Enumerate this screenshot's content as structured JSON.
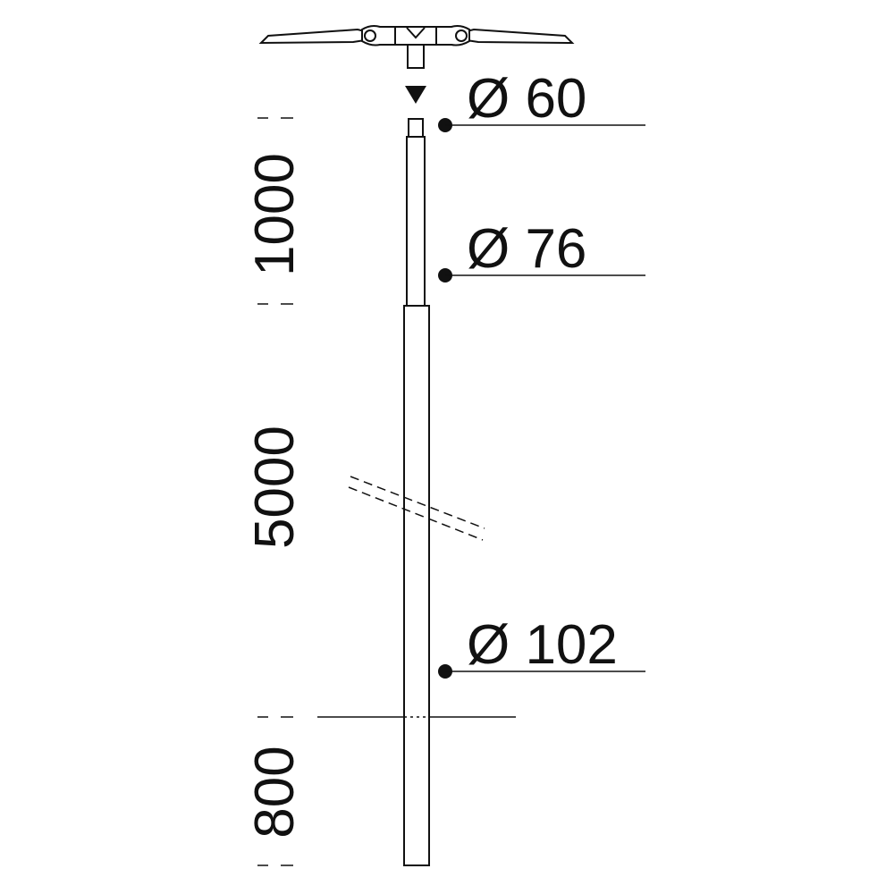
{
  "drawing": {
    "callouts": [
      {
        "id": "d60",
        "label": "Ø 60"
      },
      {
        "id": "d76",
        "label": "Ø 76"
      },
      {
        "id": "d102",
        "label": "Ø 102"
      }
    ],
    "dimensions": [
      {
        "id": "top-section",
        "label": "1000"
      },
      {
        "id": "middle-section",
        "label": "5000"
      },
      {
        "id": "buried-section",
        "label": "800"
      }
    ],
    "line_color": "#111111",
    "background": "#ffffff"
  }
}
